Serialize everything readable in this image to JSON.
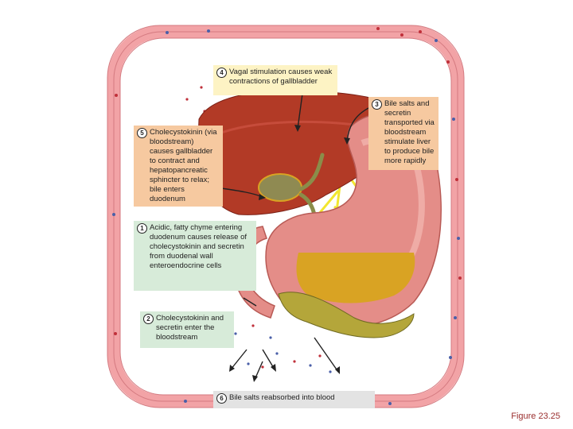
{
  "callouts": {
    "c1": {
      "num": "1",
      "text": "Acidic, fatty chyme entering duodenum causes release of cholecystokinin and secretin from duodenal wall enteroendocrine cells"
    },
    "c2": {
      "num": "2",
      "text": "Cholecystokinin and secretin enter the bloodstream"
    },
    "c3": {
      "num": "3",
      "text": "Bile salts and secretin transported via bloodstream stimulate liver to produce bile more rapidly"
    },
    "c4": {
      "num": "4",
      "text": "Vagal stimulation causes weak contractions of gallbladder"
    },
    "c5": {
      "num": "5",
      "text": "Cholecystokinin (via bloodstream) causes gallbladder to contract and hepatopancreatic sphincter to relax; bile enters duodenum"
    },
    "c6": {
      "num": "6",
      "text": "Bile salts reabsorbed into blood"
    }
  },
  "caption": "Figure 23.25",
  "colors": {
    "vessel": "#f2a3a6",
    "vessel_dark": "#d47a80",
    "liver": "#b23a26",
    "stomach": "#e48d88",
    "bile": "#d9a323",
    "nerve": "#f2e630",
    "blood_dot_red": "#c0303a",
    "blood_dot_blue": "#4a5fa8"
  }
}
